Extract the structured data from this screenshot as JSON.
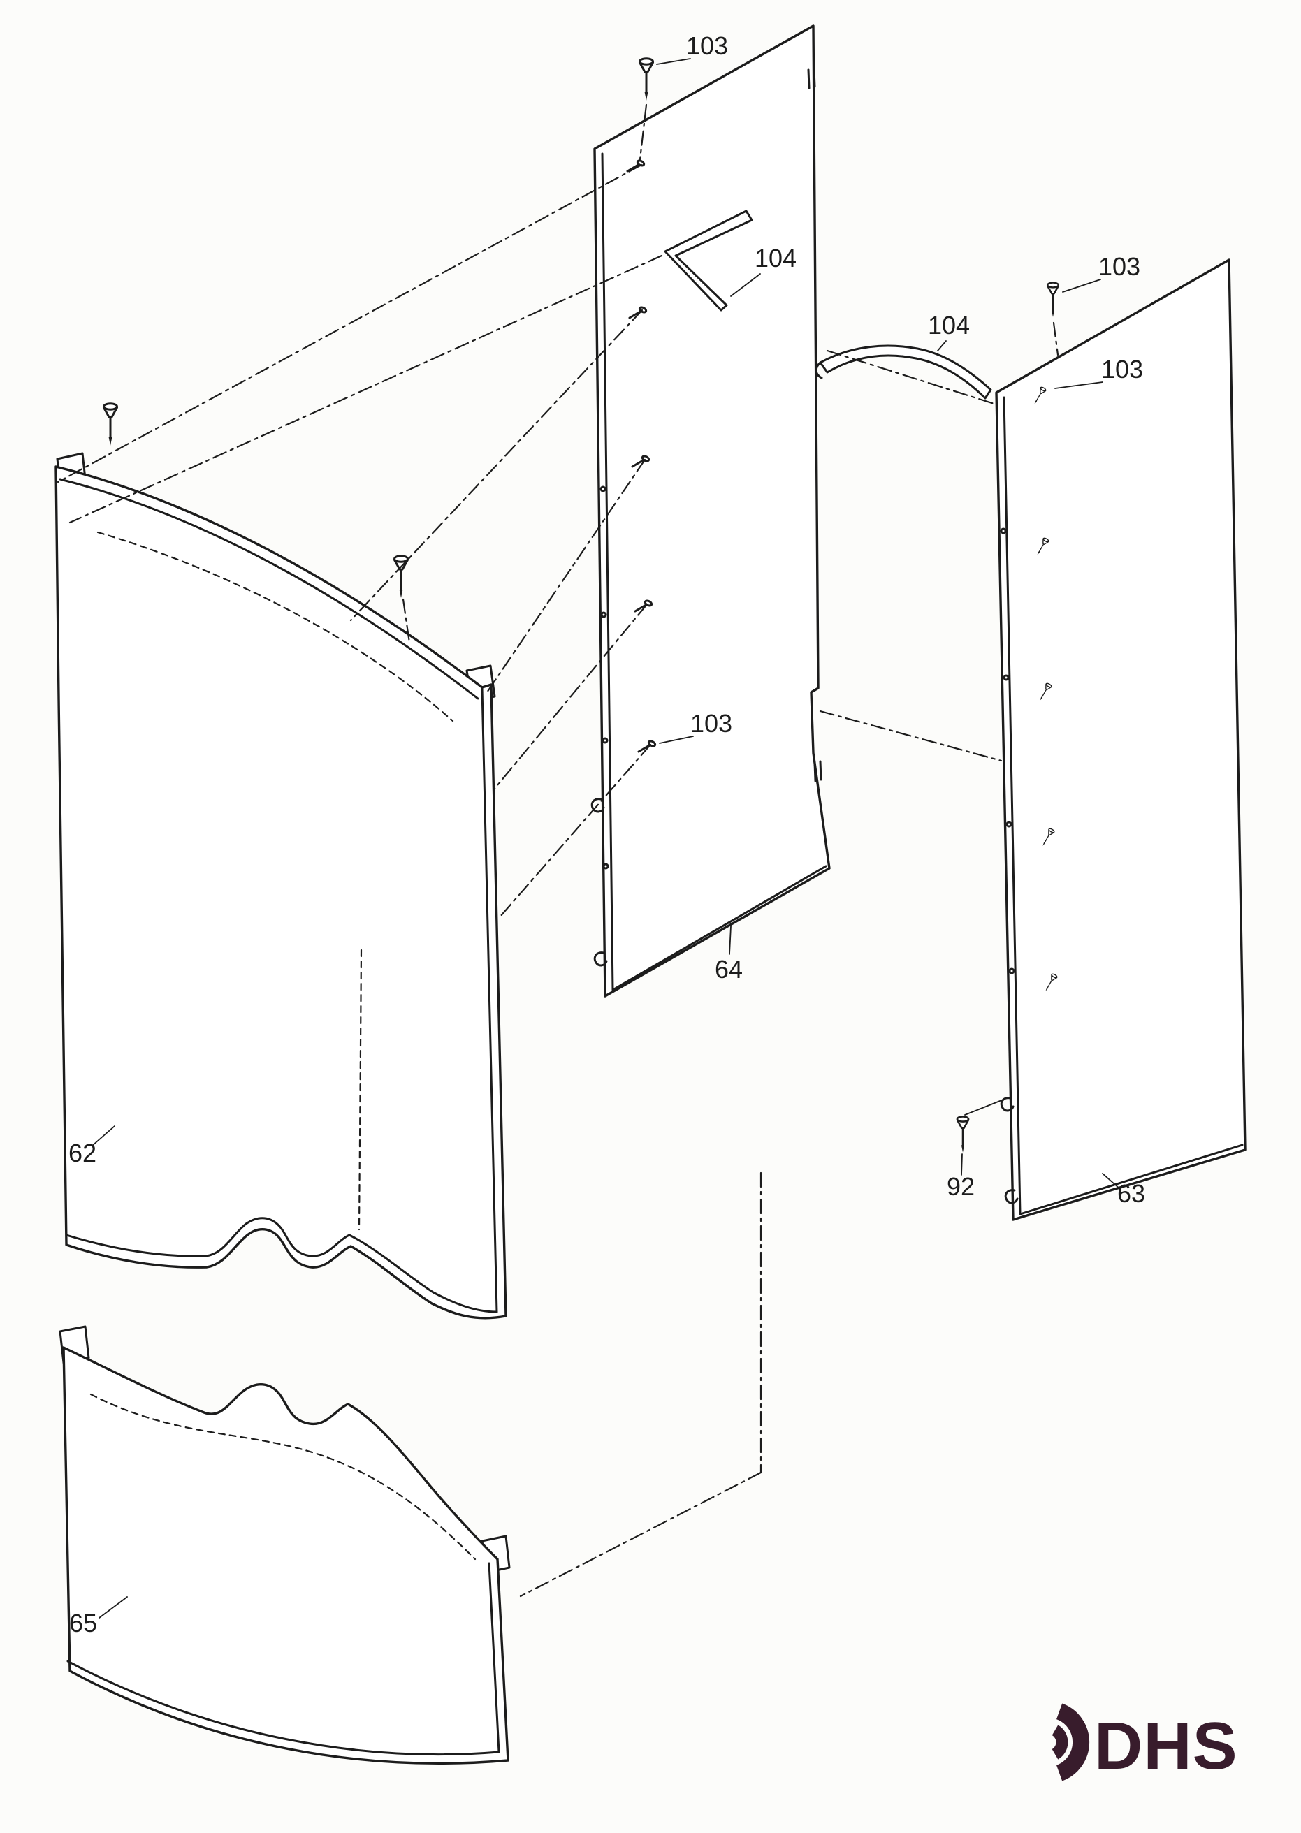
{
  "colors": {
    "background": "#fcfcfa",
    "ink": "#1c1c1c",
    "logo": "#381c2c"
  },
  "callouts": {
    "top_screw": "103",
    "bracket_left": "104",
    "bracket_right": "104",
    "right_screw_upper": "103",
    "right_screw_lower": "103",
    "mid_screw": "103",
    "left_side_panel": "64",
    "front_panel": "62",
    "lower_screw": "92",
    "right_side_panel": "63",
    "lower_front_panel": "65"
  },
  "logo": {
    "text": "DHS"
  }
}
